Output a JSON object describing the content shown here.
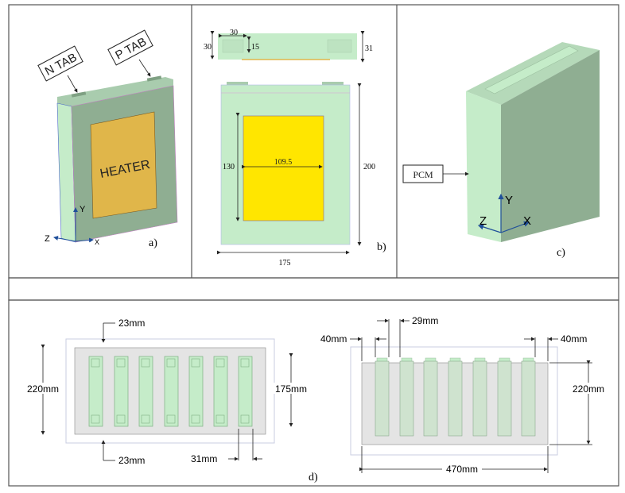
{
  "panel_a": {
    "n_tab": "N TAB",
    "p_tab": "P TAB",
    "heater": "HEATER",
    "axis_y": "Y",
    "axis_z": "Z",
    "axis_x": "X",
    "label": "a)"
  },
  "panel_b": {
    "tab_width": "30",
    "tab_height": "15",
    "thickness_left": "30",
    "thickness_right": "31",
    "heater_height": "130",
    "heater_width": "109.5",
    "cell_height": "200",
    "cell_width": "175",
    "label": "b)"
  },
  "panel_c": {
    "pcm": "PCM",
    "axis_y": "Y",
    "axis_z": "Z",
    "axis_x": "X",
    "label": "c)"
  },
  "panel_d": {
    "top_view": {
      "gap_top": "23mm",
      "gap_bottom": "23mm",
      "height": "220mm",
      "cell_height": "175mm",
      "cell_pitch": "31mm"
    },
    "front_view": {
      "spacing": "29mm",
      "margin_left": "40mm",
      "margin_right": "40mm",
      "height": "220mm",
      "width": "470mm"
    },
    "label": "d)"
  },
  "colors": {
    "cell_light": "#c5ecc9",
    "cell_dark": "#8fae92",
    "heater_a": "#e0b64a",
    "heater_b": "#ffe600",
    "pack_gray": "#e4e4e4",
    "axis": "#1f4f9a"
  }
}
